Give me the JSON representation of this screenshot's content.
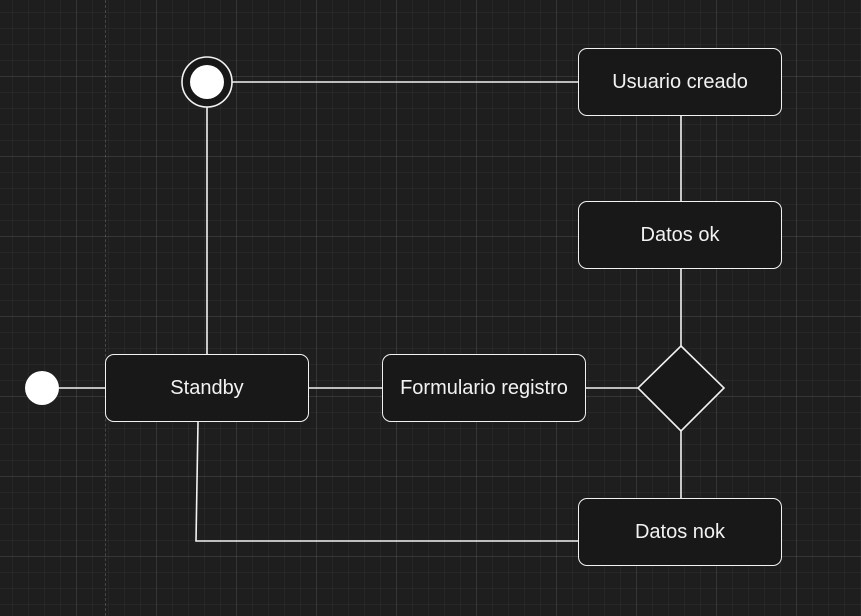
{
  "diagram": {
    "type": "uml-state-machine",
    "colors": {
      "background": "#1e1e1e",
      "node_fill": "#181818",
      "stroke": "#f2f2f2"
    },
    "initial_node": {
      "icon": "filled-circle"
    },
    "final_node": {
      "icon": "bullseye-circle"
    },
    "decision_node": {
      "icon": "diamond"
    },
    "states": {
      "standby": "Standby",
      "formulario": "Formulario registro",
      "usuario_creado": "Usuario creado",
      "datos_ok": "Datos ok",
      "datos_nok": "Datos nok"
    },
    "connections": [
      {
        "from": "initial",
        "to": "standby"
      },
      {
        "from": "standby",
        "to": "formulario"
      },
      {
        "from": "formulario",
        "to": "decision"
      },
      {
        "from": "decision",
        "to": "datos_ok"
      },
      {
        "from": "decision",
        "to": "datos_nok"
      },
      {
        "from": "datos_ok",
        "to": "usuario_creado"
      },
      {
        "from": "usuario_creado",
        "to": "final"
      },
      {
        "from": "final",
        "to": "standby"
      },
      {
        "from": "datos_nok",
        "to": "standby"
      }
    ]
  }
}
